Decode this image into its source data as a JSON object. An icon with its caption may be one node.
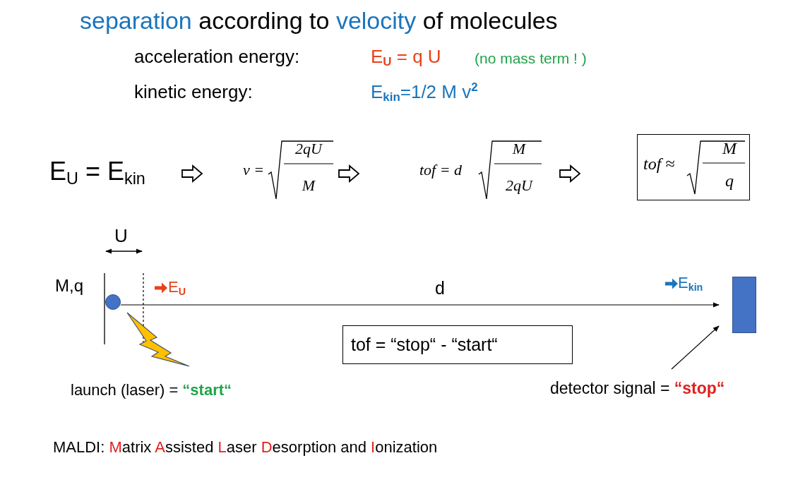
{
  "diagram": {
    "title": "**separation** according to **velocity** of molecules",
    "nodes": [
      {
        "text": [
          "tof ≈",
          "M",
          "q"
        ]
      },
      {
        "text": [],
        "shape": "circle"
      },
      {
        "text": [],
        "shape": "bar"
      },
      {
        "text": [
          "tof = “stop“ - “start“"
        ]
      },
      {
        "text": [
          "detector signal = **“stop“**"
        ]
      }
    ],
    "edges": [
      {
        "from": 1,
        "to": 2,
        "arrow": "to"
      },
      {
        "from": 4,
        "to": 2,
        "arrow": "to"
      }
    ],
    "labels": [
      "acceleration energy:",
      "E$_{U}$ = q U",
      "(no mass term ! )",
      "kinetic energy:",
      "E$_{kin}$=1/2 M v$^{2}$",
      "E$_{U}$ = E$_{kin}$",
      "v =",
      "2qU",
      "M",
      "tof = d",
      "M",
      "2qU",
      "U",
      "M,q",
      "E$_{U}$",
      "d",
      "E$_{kin}$",
      "launch (laser) = **“start“**",
      "MALDI: **M**atrix **A**ssisted **L**aser **D**esorption and **I**onization"
    ]
  }
}
